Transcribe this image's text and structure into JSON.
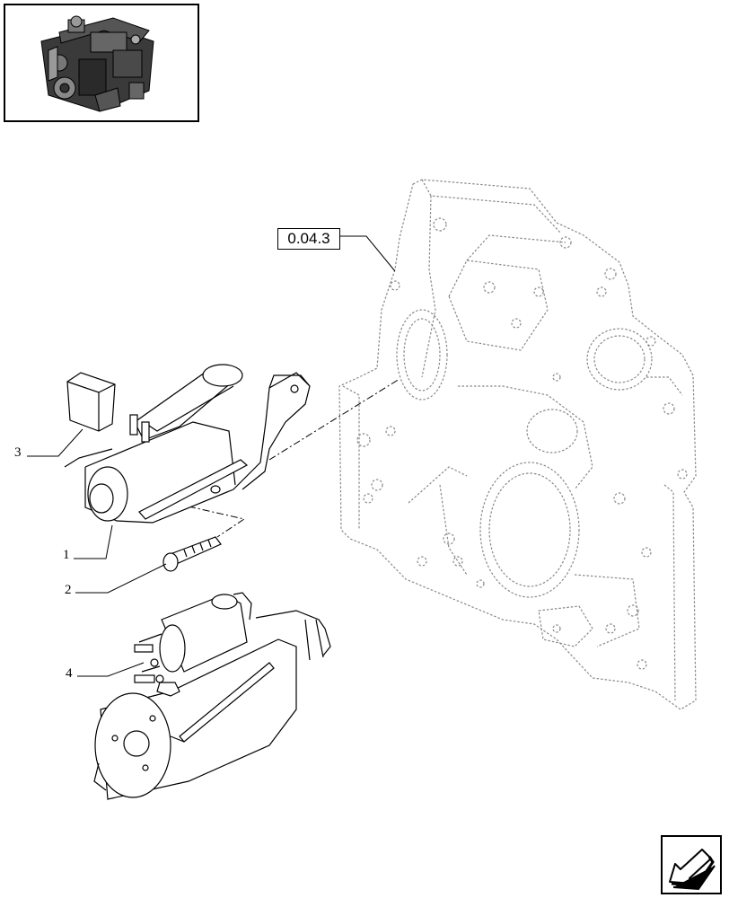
{
  "reference_label": "0.04.3",
  "callouts": [
    {
      "id": "1",
      "text": "1"
    },
    {
      "id": "2",
      "text": "2"
    },
    {
      "id": "3",
      "text": "3"
    },
    {
      "id": "4",
      "text": "4"
    }
  ],
  "icons": {
    "thumbnail": "engine-thumbnail-icon",
    "navigation": "next-page-arrow-icon"
  },
  "colors": {
    "ink": "#000000",
    "dashed_outline": "#808080",
    "background": "#ffffff"
  }
}
